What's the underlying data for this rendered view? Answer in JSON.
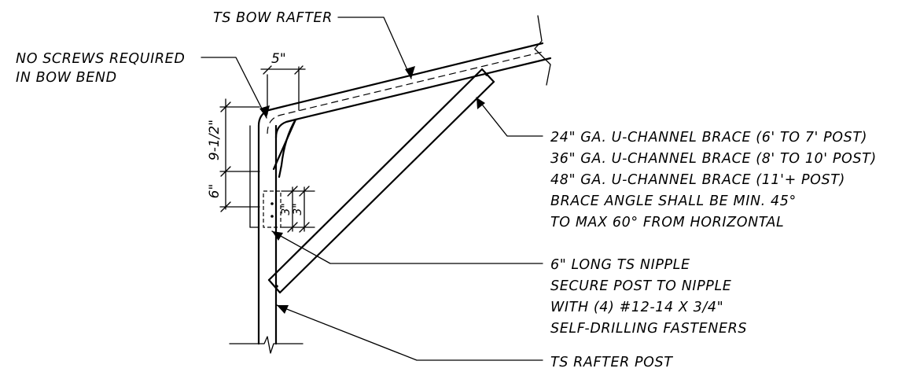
{
  "labels": {
    "bow_rafter": "TS BOW RAFTER",
    "no_screws": [
      "NO SCREWS REQUIRED",
      "IN BOW BEND"
    ],
    "brace": [
      "24\" GA. U-CHANNEL BRACE (6' TO 7' POST)",
      "36\" GA. U-CHANNEL BRACE (8' TO 10' POST)",
      "48\" GA. U-CHANNEL BRACE (11'+ POST)",
      "BRACE ANGLE SHALL BE MIN. 45°",
      "TO MAX 60° FROM HORIZONTAL"
    ],
    "nipple": [
      "6\" LONG TS NIPPLE",
      "SECURE POST TO NIPPLE",
      "WITH (4) #12-14 X 3/4\"",
      "SELF-DRILLING FASTENERS"
    ],
    "rafter_post": "TS RAFTER POST"
  },
  "dimensions": {
    "top_width": "5\"",
    "bend_height": "9-1/2\"",
    "nipple_height": "6\"",
    "screw_spacing_a": "3\"",
    "screw_spacing_b": "3\""
  }
}
